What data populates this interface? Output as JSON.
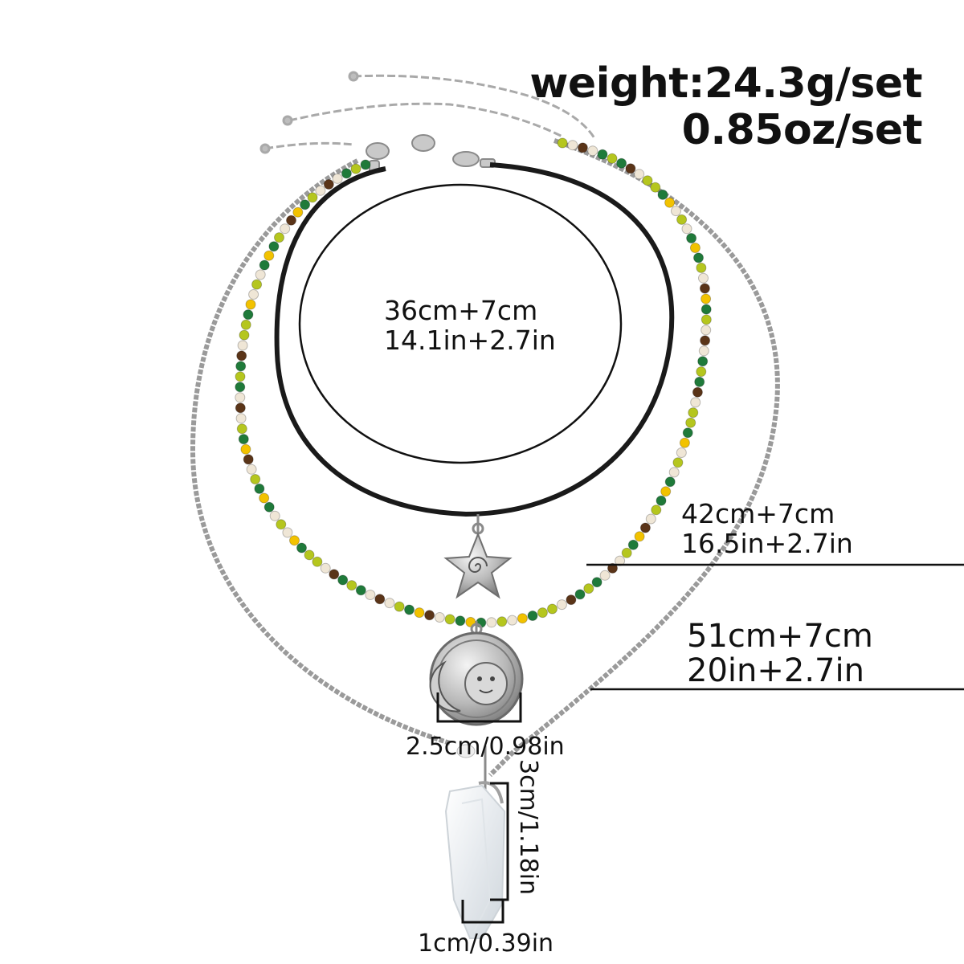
{
  "weight": {
    "grams": "weight:24.3g/set",
    "ounces": "0.85oz/set"
  },
  "necklaces": {
    "cord": {
      "cm": "36cm+7cm",
      "in": "14.1in+2.7in"
    },
    "beaded": {
      "cm": "42cm+7cm",
      "in": "16.5in+2.7in"
    },
    "chain": {
      "cm": "51cm+7cm",
      "in": "20in+2.7in"
    }
  },
  "pendants": {
    "sun_moon_width": "2.5cm/0.98in",
    "crystal_height": "3cm/1.18in",
    "crystal_width": "1cm/0.39in"
  },
  "colors": {
    "bead_green": "#1f7a3a",
    "bead_lime": "#b5c61e",
    "bead_yellow": "#f2c200",
    "bead_brown": "#5a3418",
    "bead_cream": "#efe6d6",
    "silver": "#9a9a9a",
    "cord": "#1a1a1a"
  }
}
